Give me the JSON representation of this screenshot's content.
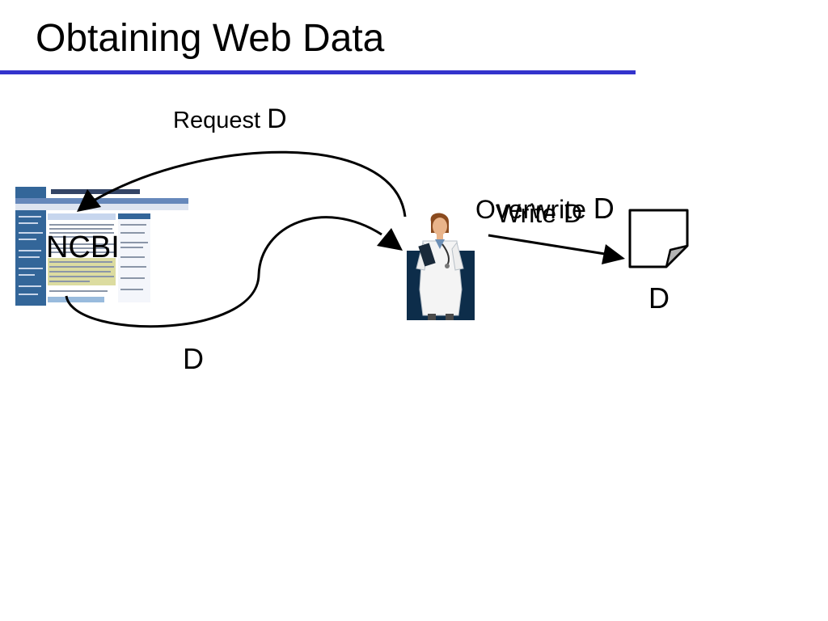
{
  "title": "Obtaining Web Data",
  "labels": {
    "request": "Request",
    "request_var": "D",
    "ncbi": "NCBI",
    "returned_data": "D",
    "file_name": "D",
    "overwrite": "Overwrite",
    "overwrite_var": "D",
    "write": "Write D"
  },
  "colors": {
    "title_rule": "#3333cc",
    "doctor_background": "#0d2d4a"
  },
  "icons": [
    "ncbi-webpage-thumbnail",
    "doctor-clipart",
    "document-icon"
  ]
}
